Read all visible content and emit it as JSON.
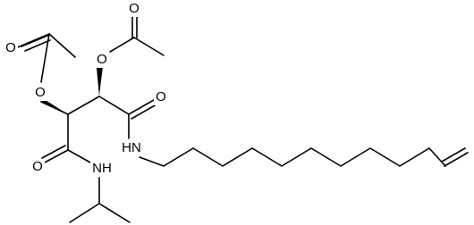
{
  "structure": {
    "atom_labels": [
      {
        "id": "o-acetyl-carbonyl-left",
        "text": "O"
      },
      {
        "id": "o-ester-left",
        "text": "O"
      },
      {
        "id": "o-acetyl-carbonyl-top",
        "text": "O"
      },
      {
        "id": "o-ester-top",
        "text": "O"
      },
      {
        "id": "o-amide-right",
        "text": "O"
      },
      {
        "id": "nh-amide-right",
        "text": "HN"
      },
      {
        "id": "o-amide-bottom",
        "text": "O"
      },
      {
        "id": "nh-amide-bottom",
        "text": "NH"
      }
    ]
  }
}
